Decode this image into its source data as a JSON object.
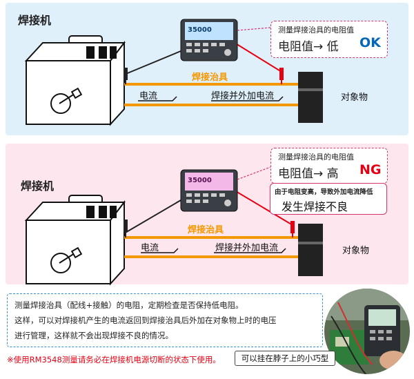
{
  "panel_ok": {
    "welder_label": "焊接机",
    "fixture_label": "焊接治具",
    "current_label": "电流",
    "external_current_label": "焊接并外加电流",
    "object_label": "对象物",
    "callout_title": "测量焊接治具的电阻值",
    "callout_text": "电阻值→ 低",
    "callout_result": "OK",
    "meter_reading": "35000"
  },
  "panel_ng": {
    "welder_label": "焊接机",
    "fixture_label": "焊接治具",
    "current_label": "电流",
    "external_current_label": "焊接并外加电流",
    "object_label": "对象物",
    "callout_title": "测量焊接治具的电阻值",
    "callout_text": "电阻值→ 高",
    "callout_result": "NG",
    "cause_text": "由于电阻变高，导致外加电流降低",
    "effect_text": "发生焊接不良",
    "meter_reading": "35000"
  },
  "note": {
    "line1": "测量焊接治具（配线+接触）的电阻，定期检查是否保持低电阻。",
    "line2": "这样，可以对焊接机产生的电流返回到焊接治具后外加在对象物上时的电压",
    "line3": "进行管理，这样就不会出现焊接不良的情况。"
  },
  "warning": "※使用RM3548测量请务必在焊接机电源切断的状态下使用。",
  "photo_caption": "可以挂在脖子上的小巧型",
  "colors": {
    "ok_bg": "#dff0fb",
    "ng_bg": "#fde6ee",
    "ok_blue": "#0068b7",
    "ng_red": "#e60012",
    "fixture_orange": "#f39800",
    "callout_pink": "#d6336c",
    "note_blue": "#3a8cc8"
  }
}
